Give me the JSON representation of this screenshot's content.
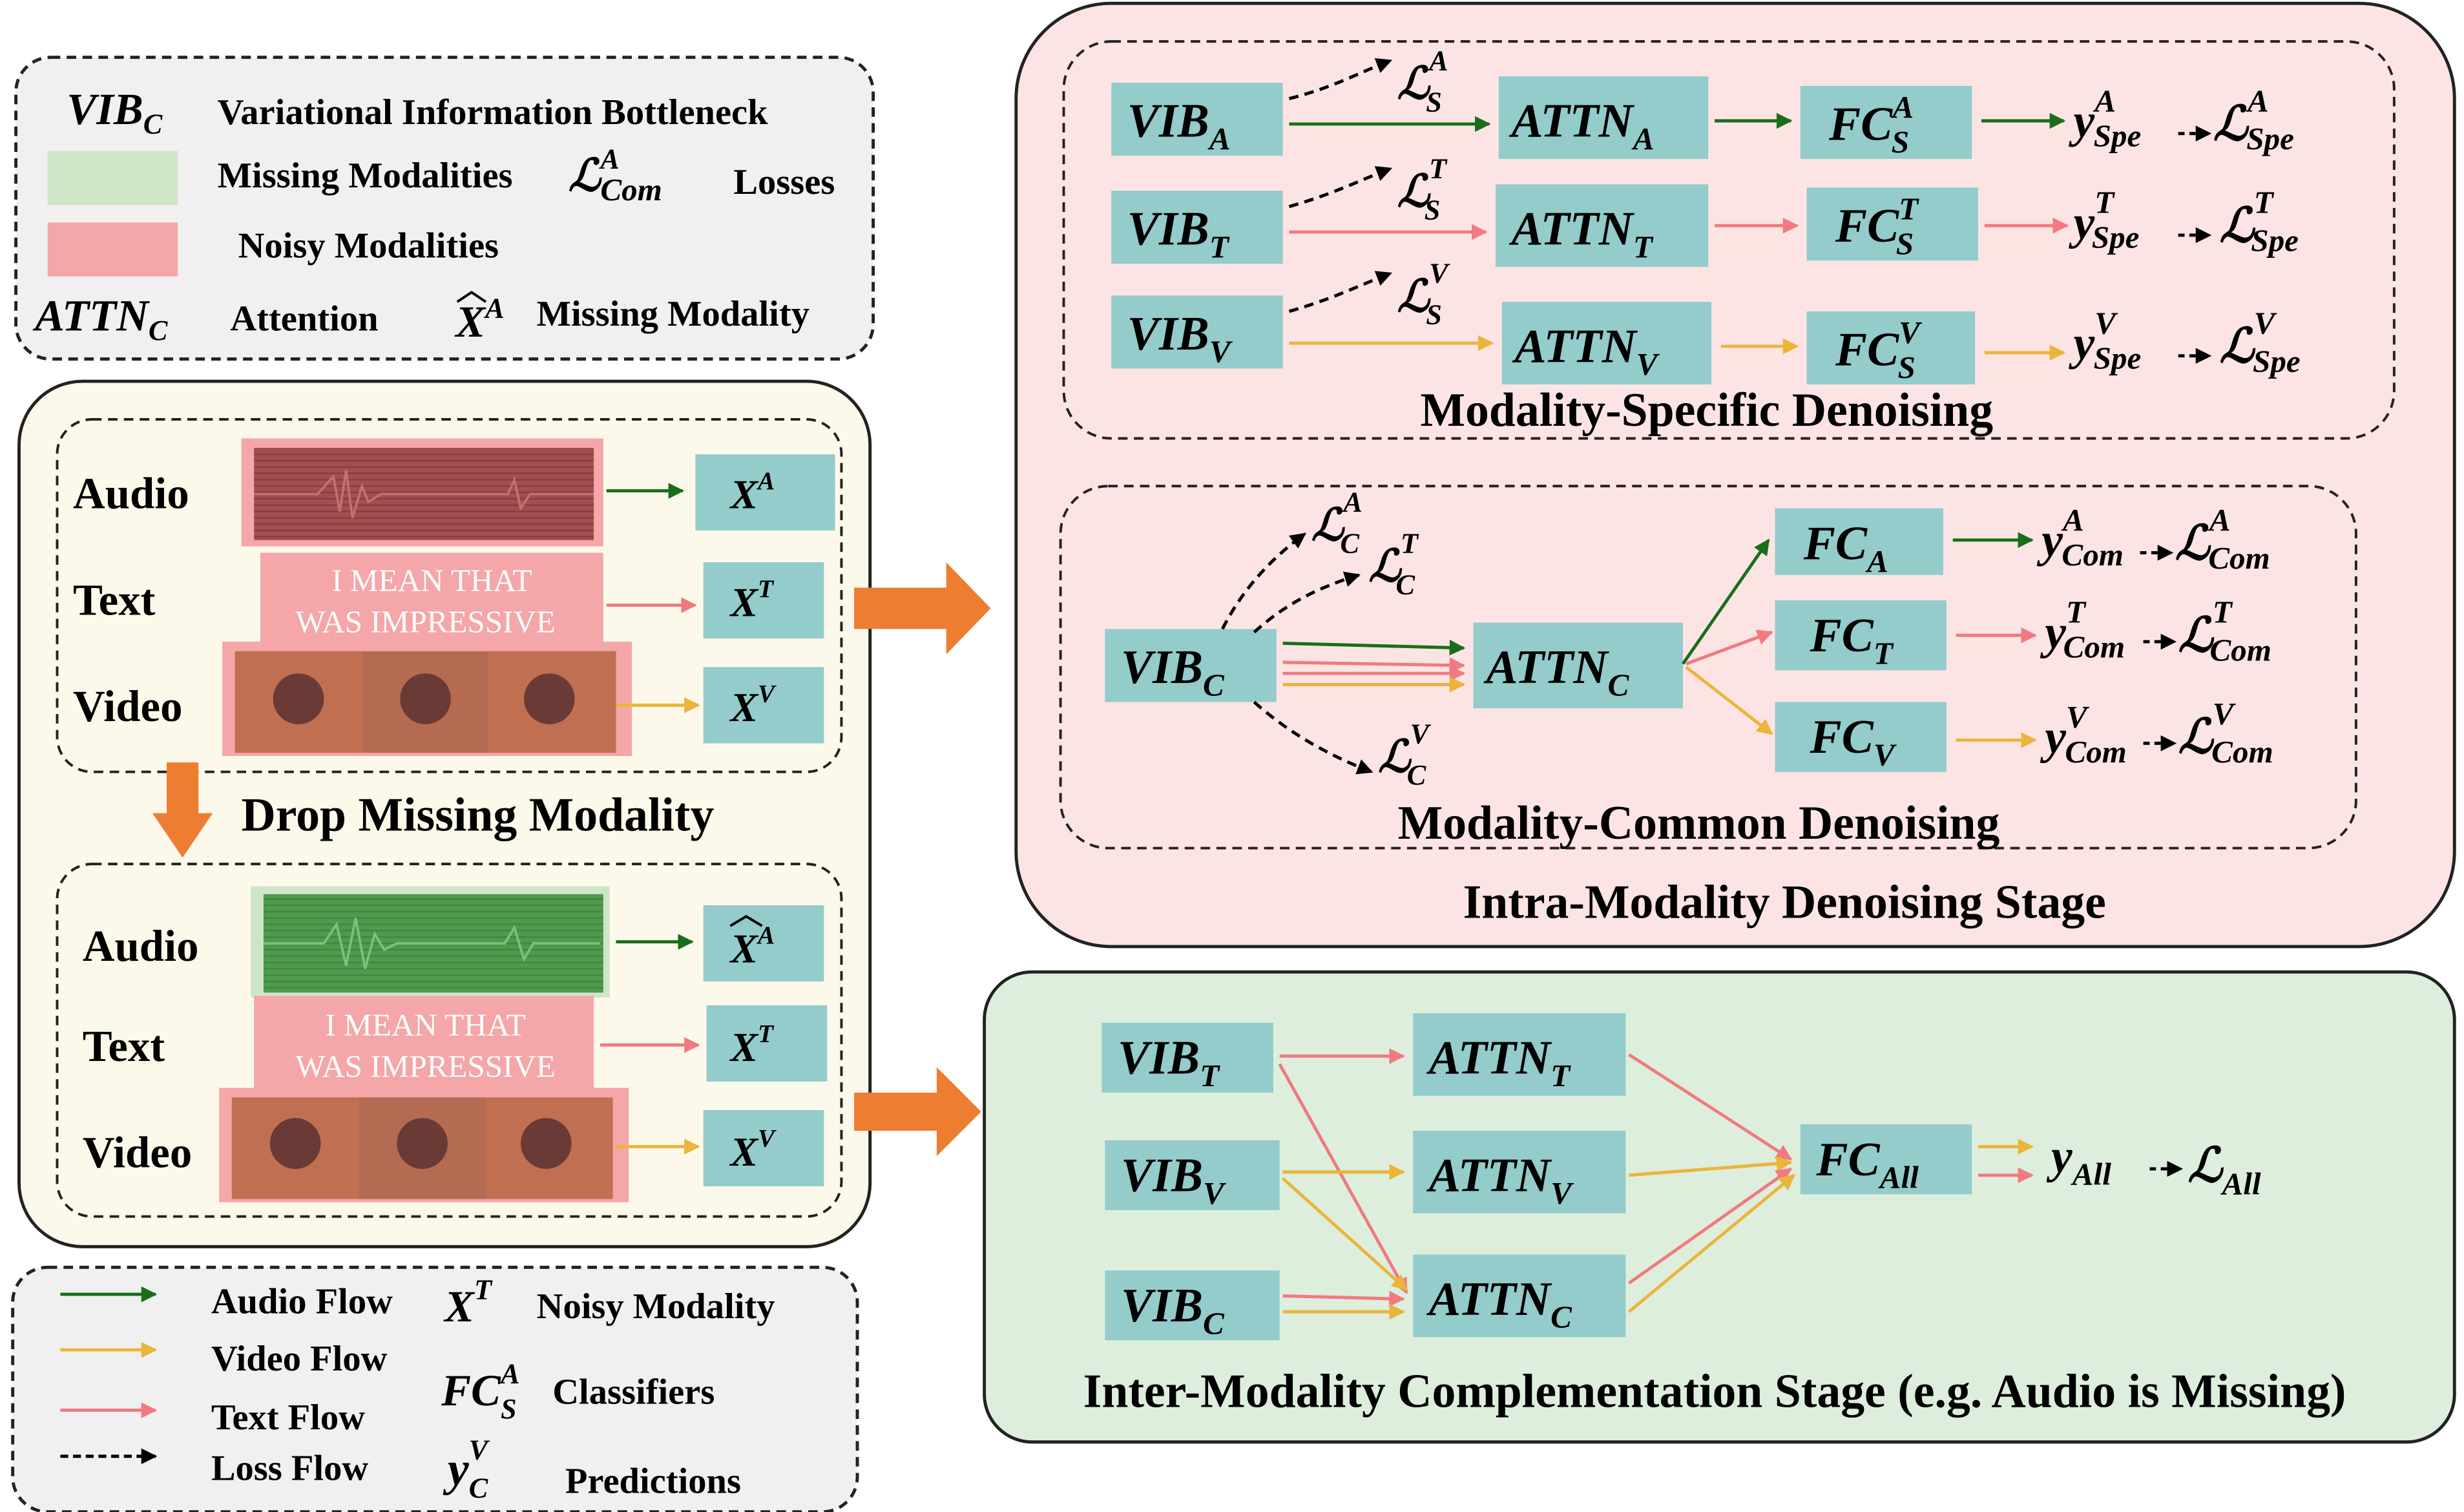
{
  "legend": {
    "vib_symbol": "VIB",
    "vib_sub": "C",
    "vib_text": "Variational Information Bottleneck",
    "missing_text": "Missing Modalities",
    "loss_symbol": "ℒ",
    "loss_sup": "A",
    "loss_sub": "Com",
    "losses_text": "Losses",
    "noisy_text": "Noisy Modalities",
    "attn_symbol": "ATTN",
    "attn_sub": "C",
    "attention_text": "Attention",
    "missing_mod_symbol": "X",
    "missing_mod_sup": "A",
    "missing_modality_text": "Missing Modality"
  },
  "input_panel": {
    "top": {
      "audio_label": "Audio",
      "text_label": "Text",
      "video_label": "Video",
      "text_sample_line1": "I MEAN THAT",
      "text_sample_line2": "WAS IMPRESSIVE",
      "xa": "X",
      "xa_sup": "A",
      "xt": "X",
      "xt_sup": "T",
      "xv": "X",
      "xv_sup": "V"
    },
    "drop_label": "Drop Missing Modality",
    "bottom": {
      "audio_label": "Audio",
      "text_label": "Text",
      "video_label": "Video",
      "text_sample_line1": "I MEAN THAT",
      "text_sample_line2": "WAS IMPRESSIVE",
      "xa": "X",
      "xa_sup": "A",
      "xt": "X",
      "xt_sup": "T",
      "xv": "X",
      "xv_sup": "V"
    }
  },
  "flow_legend": {
    "audio_flow": "Audio Flow",
    "video_flow": "Video Flow",
    "text_flow": "Text Flow",
    "loss_flow": "Loss Flow",
    "noisy_symbol": "X",
    "noisy_sup": "T",
    "noisy_text": "Noisy Modality",
    "classifier_symbol": "FC",
    "classifier_sup": "A",
    "classifier_sub": "S",
    "classifiers_text": "Classifiers",
    "pred_symbol": "y",
    "pred_sup": "V",
    "pred_sub": "C",
    "predictions_text": "Predictions"
  },
  "intra_stage": {
    "title": "Intra-Modality Denoising Stage",
    "specific": {
      "title": "Modality-Specific Denoising",
      "rows": [
        {
          "vib": "VIB",
          "vib_sub": "A",
          "loss": "ℒ",
          "loss_sup": "A",
          "loss_sub": "S",
          "attn": "ATTN",
          "attn_sub": "A",
          "fc": "FC",
          "fc_sup": "A",
          "fc_sub": "S",
          "y": "y",
          "y_sup": "A",
          "y_sub": "Spe",
          "l": "ℒ",
          "l_sup": "A",
          "l_sub": "Spe"
        },
        {
          "vib": "VIB",
          "vib_sub": "T",
          "loss": "ℒ",
          "loss_sup": "T",
          "loss_sub": "S",
          "attn": "ATTN",
          "attn_sub": "T",
          "fc": "FC",
          "fc_sup": "T",
          "fc_sub": "S",
          "y": "y",
          "y_sup": "T",
          "y_sub": "Spe",
          "l": "ℒ",
          "l_sup": "T",
          "l_sub": "Spe"
        },
        {
          "vib": "VIB",
          "vib_sub": "V",
          "loss": "ℒ",
          "loss_sup": "V",
          "loss_sub": "S",
          "attn": "ATTN",
          "attn_sub": "V",
          "fc": "FC",
          "fc_sup": "V",
          "fc_sub": "S",
          "y": "y",
          "y_sup": "V",
          "y_sub": "Spe",
          "l": "ℒ",
          "l_sup": "V",
          "l_sub": "Spe"
        }
      ]
    },
    "common": {
      "title": "Modality-Common Denoising",
      "vib": "VIB",
      "vib_sub": "C",
      "attn": "ATTN",
      "attn_sub": "C",
      "losses": [
        {
          "l": "ℒ",
          "sup": "A",
          "sub": "C"
        },
        {
          "l": "ℒ",
          "sup": "T",
          "sub": "C"
        },
        {
          "l": "ℒ",
          "sup": "V",
          "sub": "C"
        }
      ],
      "rows": [
        {
          "fc": "FC",
          "fc_sub": "A",
          "y": "y",
          "y_sup": "A",
          "y_sub": "Com",
          "l": "ℒ",
          "l_sup": "A",
          "l_sub": "Com"
        },
        {
          "fc": "FC",
          "fc_sub": "T",
          "y": "y",
          "y_sup": "T",
          "y_sub": "Com",
          "l": "ℒ",
          "l_sup": "T",
          "l_sub": "Com"
        },
        {
          "fc": "FC",
          "fc_sub": "V",
          "y": "y",
          "y_sup": "V",
          "y_sub": "Com",
          "l": "ℒ",
          "l_sup": "V",
          "l_sub": "Com"
        }
      ]
    }
  },
  "inter_stage": {
    "title": "Inter-Modality Complementation Stage (e.g. Audio is Missing)",
    "vib_t": "VIB",
    "vib_t_sub": "T",
    "vib_v": "VIB",
    "vib_v_sub": "V",
    "vib_c": "VIB",
    "vib_c_sub": "C",
    "attn_t": "ATTN",
    "attn_t_sub": "T",
    "attn_v": "ATTN",
    "attn_v_sub": "V",
    "attn_c": "ATTN",
    "attn_c_sub": "C",
    "fc_all": "FC",
    "fc_all_sub": "All",
    "y_all": "y",
    "y_all_sub": "All",
    "l_all": "ℒ",
    "l_all_sub": "All"
  },
  "colors": {
    "box_fill": "#93ccca",
    "audio_flow": "#1a6e1a",
    "video_flow": "#eab53a",
    "text_flow": "#f07a80",
    "loss_flow": "#000000",
    "big_arrow": "#ed7d31",
    "intra_bg": "#fce4e4",
    "inter_bg": "#deeedd",
    "input_bg": "#fdf9ea",
    "legend_bg": "#f0f0f0",
    "noisy_fill": "#f4a6a8",
    "missing_fill": "#cfe5c8"
  }
}
